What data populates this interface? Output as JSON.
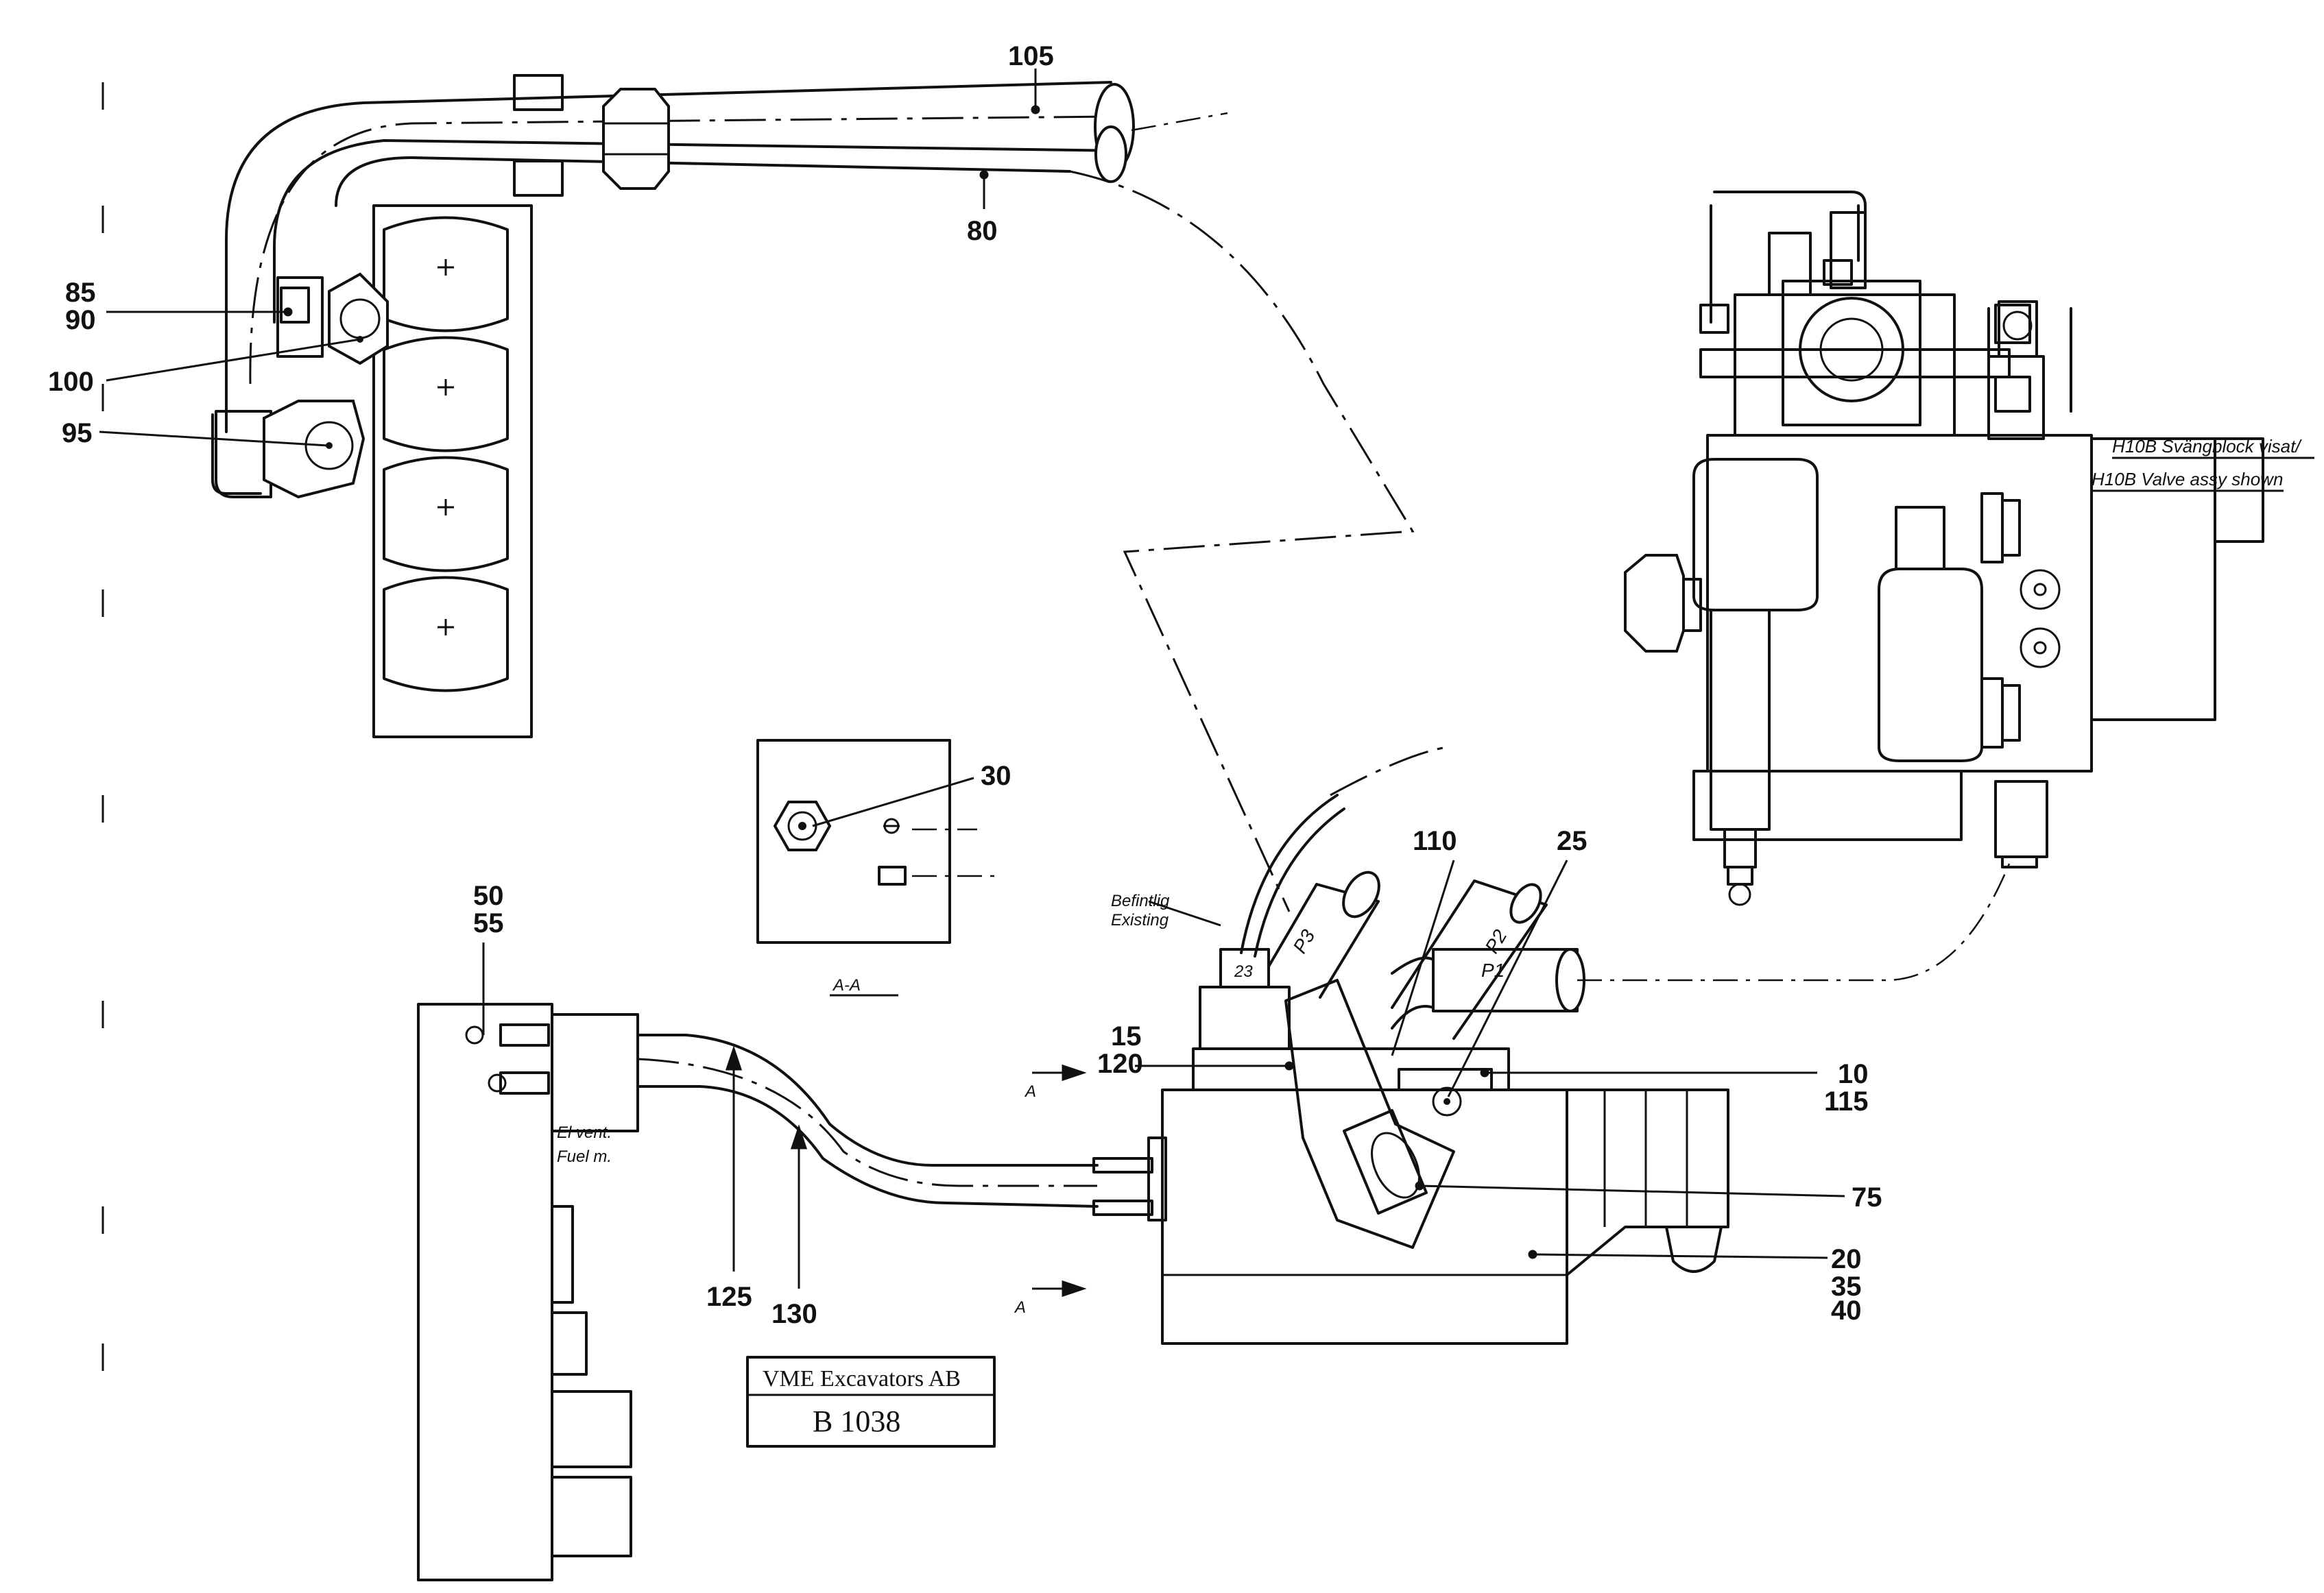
{
  "title_block": {
    "company": "VME Excavators AB",
    "drawing_number": "B 1038"
  },
  "section_label": "A-A",
  "section_arrow_label": "A",
  "notes": {
    "valve_assy_sv": "H10B Svängblock visat/",
    "valve_assy_en": "H10B Valve assy shown",
    "existing_sv": "Befintlig",
    "existing_en": "Existing",
    "el_vent_1": "El vent.",
    "el_vent_2": "Fuel m."
  },
  "ports": {
    "p1": "P1",
    "p2": "P2",
    "p3": "P3",
    "port_23": "23"
  },
  "callouts": {
    "c105": "105",
    "c80": "80",
    "c85": "85",
    "c90": "90",
    "c100": "100",
    "c95": "95",
    "c30": "30",
    "c50": "50",
    "c55": "55",
    "c110": "110",
    "c25": "25",
    "c15": "15",
    "c120": "120",
    "c10": "10",
    "c115": "115",
    "c75": "75",
    "c20": "20",
    "c35": "35",
    "c40": "40",
    "c125": "125",
    "c130": "130"
  }
}
